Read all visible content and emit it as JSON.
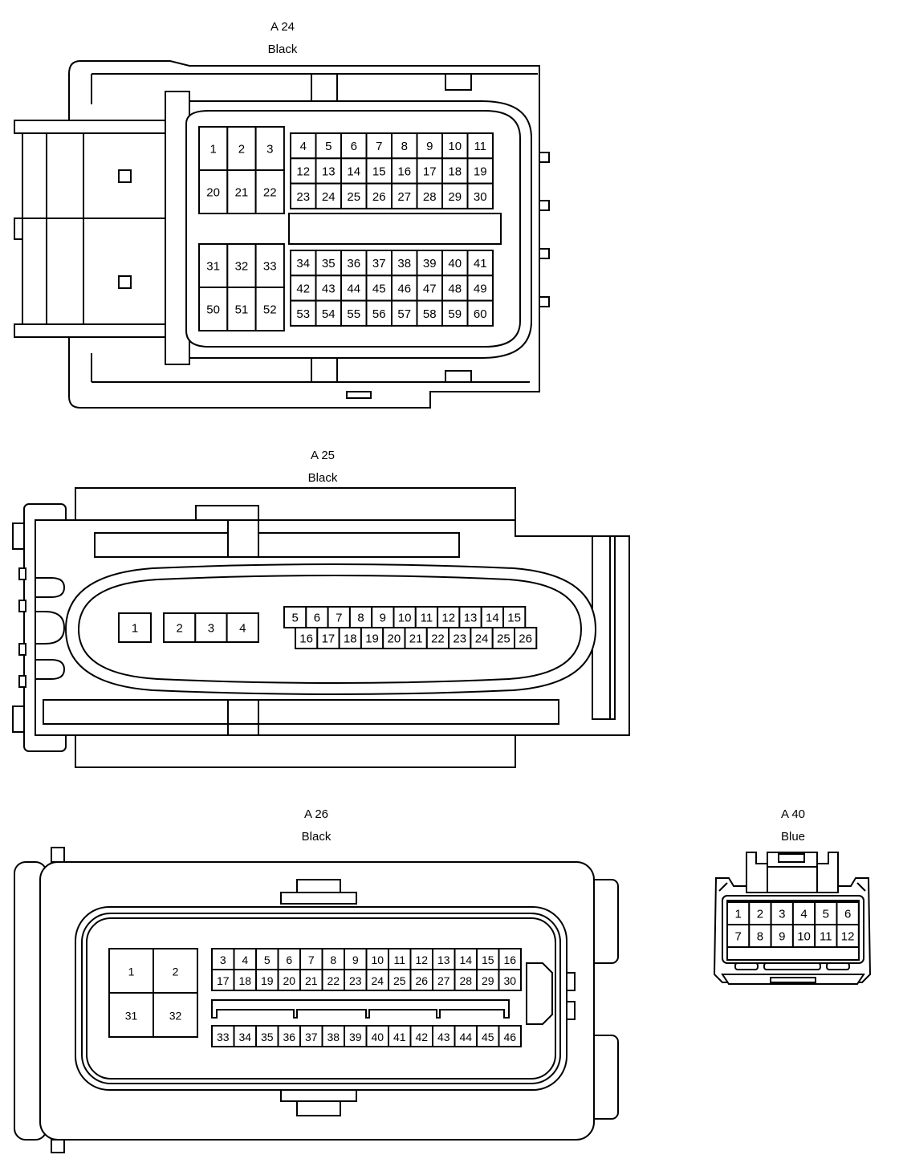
{
  "connectors": [
    {
      "id": "A 24",
      "color": "Black",
      "blocks": [
        {
          "rows": [
            [
              "1",
              "2",
              "3"
            ],
            [
              "20",
              "21",
              "22"
            ]
          ]
        },
        {
          "rows": [
            [
              "4",
              "5",
              "6",
              "7",
              "8",
              "9",
              "10",
              "11"
            ],
            [
              "12",
              "13",
              "14",
              "15",
              "16",
              "17",
              "18",
              "19"
            ],
            [
              "23",
              "24",
              "25",
              "26",
              "27",
              "28",
              "29",
              "30"
            ]
          ]
        },
        {
          "rows": [
            [
              "31",
              "32",
              "33"
            ],
            [
              "50",
              "51",
              "52"
            ]
          ]
        },
        {
          "rows": [
            [
              "34",
              "35",
              "36",
              "37",
              "38",
              "39",
              "40",
              "41"
            ],
            [
              "42",
              "43",
              "44",
              "45",
              "46",
              "47",
              "48",
              "49"
            ],
            [
              "53",
              "54",
              "55",
              "56",
              "57",
              "58",
              "59",
              "60"
            ]
          ]
        }
      ]
    },
    {
      "id": "A 25",
      "color": "Black",
      "blocks": [
        {
          "rows": [
            [
              "1"
            ]
          ]
        },
        {
          "rows": [
            [
              "2",
              "3",
              "4"
            ]
          ]
        },
        {
          "rows": [
            [
              "5",
              "6",
              "7",
              "8",
              "9",
              "10",
              "11",
              "12",
              "13",
              "14",
              "15"
            ]
          ]
        },
        {
          "rows": [
            [
              "16",
              "17",
              "18",
              "19",
              "20",
              "21",
              "22",
              "23",
              "24",
              "25",
              "26"
            ]
          ]
        }
      ]
    },
    {
      "id": "A 26",
      "color": "Black",
      "blocks": [
        {
          "rows": [
            [
              "1",
              "2"
            ],
            [
              "31",
              "32"
            ]
          ]
        },
        {
          "rows": [
            [
              "3",
              "4",
              "5",
              "6",
              "7",
              "8",
              "9",
              "10",
              "11",
              "12",
              "13",
              "14",
              "15",
              "16"
            ],
            [
              "17",
              "18",
              "19",
              "20",
              "21",
              "22",
              "23",
              "24",
              "25",
              "26",
              "27",
              "28",
              "29",
              "30"
            ]
          ]
        },
        {
          "rows": [
            [
              "33",
              "34",
              "35",
              "36",
              "37",
              "38",
              "39",
              "40",
              "41",
              "42",
              "43",
              "44",
              "45",
              "46"
            ]
          ]
        }
      ]
    },
    {
      "id": "A 40",
      "color": "Blue",
      "blocks": [
        {
          "rows": [
            [
              "1",
              "2",
              "3",
              "4",
              "5",
              "6"
            ],
            [
              "7",
              "8",
              "9",
              "10",
              "11",
              "12"
            ]
          ]
        }
      ]
    }
  ]
}
